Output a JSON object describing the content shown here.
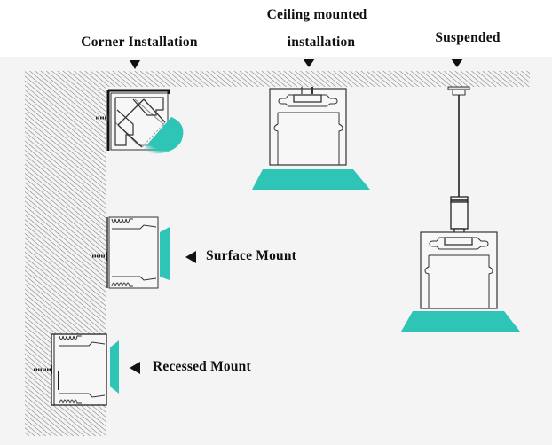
{
  "title": "LED Aluminium Profile Installation Methods",
  "colors": {
    "light_beam": "#2ec4b6",
    "outline": "#222222",
    "hatch": "#777777",
    "background": "#f4f4f4"
  },
  "labels": {
    "corner": "Corner Installation",
    "ceiling_line1": "Ceiling mounted",
    "ceiling_line2": "installation",
    "suspended": "Suspended",
    "surface": "Surface Mount",
    "recessed": "Recessed Mount"
  },
  "icons": {
    "pointer_down": "down-triangle",
    "pointer_left": "left-triangle",
    "screw": "screw"
  }
}
